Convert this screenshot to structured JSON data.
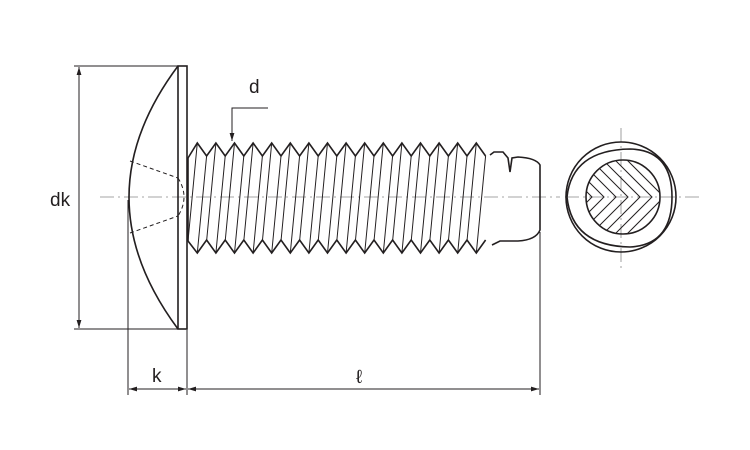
{
  "labels": {
    "head_diameter": "dk",
    "thread_diameter": "d",
    "head_height": "k",
    "length": "ℓ"
  }
}
